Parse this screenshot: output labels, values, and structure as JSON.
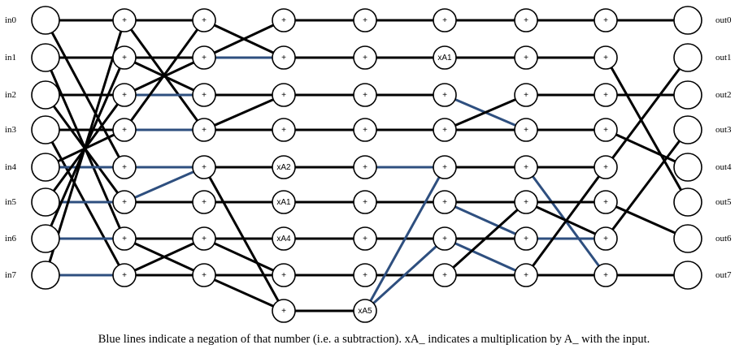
{
  "inputs": [
    "in0",
    "in1",
    "in2",
    "in3",
    "in4",
    "in5",
    "in6",
    "in7"
  ],
  "outputs": [
    "out0",
    "out1",
    "out2",
    "out3",
    "out4",
    "out5",
    "out6",
    "out7"
  ],
  "colors": {
    "normal": "#000000",
    "negated": "#2e4f7f"
  },
  "columns": [
    [
      "",
      "",
      "",
      "",
      "",
      "",
      "",
      ""
    ],
    [
      "+",
      "+",
      "+",
      "+",
      "+",
      "+",
      "+",
      "+"
    ],
    [
      "+",
      "+",
      "+",
      "+",
      "+",
      "+",
      "+",
      "+"
    ],
    [
      "+",
      "+",
      "+",
      "+",
      "xA2",
      "xA1",
      "xA4",
      "+",
      "+"
    ],
    [
      "+",
      "+",
      "+",
      "+",
      "+",
      "+",
      "+",
      "+",
      "xA5"
    ],
    [
      "+",
      "xA1",
      "+",
      "+",
      "+",
      "+",
      "+",
      "+"
    ],
    [
      "+",
      "+",
      "+",
      "+",
      "+",
      "+",
      "+",
      "+"
    ],
    [
      "+",
      "+",
      "+",
      "+",
      "+",
      "+",
      "+",
      "+"
    ],
    [
      "",
      "",
      "",
      "",
      "",
      "",
      "",
      ""
    ]
  ],
  "edges": [
    [
      0,
      0,
      1,
      0,
      "n"
    ],
    [
      0,
      0,
      1,
      4,
      "n"
    ],
    [
      0,
      1,
      1,
      1,
      "n"
    ],
    [
      0,
      1,
      1,
      6,
      "n"
    ],
    [
      0,
      2,
      1,
      2,
      "n"
    ],
    [
      0,
      2,
      1,
      5,
      "n"
    ],
    [
      0,
      3,
      1,
      3,
      "n"
    ],
    [
      0,
      3,
      1,
      7,
      "n"
    ],
    [
      0,
      4,
      1,
      4,
      "b"
    ],
    [
      0,
      4,
      1,
      3,
      "n"
    ],
    [
      0,
      5,
      1,
      5,
      "b"
    ],
    [
      0,
      5,
      1,
      2,
      "n"
    ],
    [
      0,
      6,
      1,
      6,
      "b"
    ],
    [
      0,
      6,
      1,
      1,
      "n"
    ],
    [
      0,
      7,
      1,
      7,
      "b"
    ],
    [
      0,
      7,
      1,
      0,
      "n"
    ],
    [
      1,
      0,
      2,
      0,
      "n"
    ],
    [
      1,
      0,
      2,
      3,
      "n"
    ],
    [
      1,
      1,
      2,
      1,
      "n"
    ],
    [
      1,
      1,
      2,
      2,
      "n"
    ],
    [
      1,
      2,
      2,
      2,
      "b"
    ],
    [
      1,
      2,
      2,
      1,
      "n"
    ],
    [
      1,
      3,
      2,
      3,
      "b"
    ],
    [
      1,
      3,
      2,
      0,
      "n"
    ],
    [
      1,
      4,
      2,
      4,
      "b"
    ],
    [
      1,
      5,
      2,
      5,
      "n"
    ],
    [
      1,
      5,
      2,
      4,
      "b"
    ],
    [
      1,
      6,
      2,
      6,
      "n"
    ],
    [
      1,
      6,
      2,
      7,
      "n"
    ],
    [
      1,
      7,
      2,
      7,
      "n"
    ],
    [
      1,
      7,
      2,
      6,
      "n"
    ],
    [
      2,
      0,
      3,
      1,
      "n"
    ],
    [
      2,
      1,
      3,
      0,
      "n"
    ],
    [
      2,
      1,
      3,
      1,
      "b"
    ],
    [
      2,
      2,
      3,
      2,
      "n"
    ],
    [
      2,
      3,
      3,
      2,
      "n"
    ],
    [
      2,
      3,
      3,
      3,
      "n"
    ],
    [
      2,
      4,
      3,
      4,
      "n"
    ],
    [
      2,
      4,
      3,
      8,
      "n"
    ],
    [
      2,
      5,
      3,
      5,
      "n"
    ],
    [
      2,
      6,
      3,
      6,
      "n"
    ],
    [
      2,
      6,
      3,
      7,
      "n"
    ],
    [
      2,
      7,
      3,
      7,
      "n"
    ],
    [
      2,
      7,
      3,
      8,
      "n"
    ],
    [
      3,
      0,
      4,
      0,
      "n"
    ],
    [
      3,
      1,
      4,
      1,
      "n"
    ],
    [
      3,
      2,
      4,
      2,
      "n"
    ],
    [
      3,
      3,
      4,
      3,
      "n"
    ],
    [
      3,
      4,
      4,
      4,
      "n"
    ],
    [
      3,
      5,
      4,
      5,
      "n"
    ],
    [
      3,
      6,
      4,
      6,
      "n"
    ],
    [
      3,
      7,
      4,
      7,
      "n"
    ],
    [
      3,
      8,
      4,
      8,
      "n"
    ],
    [
      4,
      0,
      5,
      0,
      "n"
    ],
    [
      4,
      1,
      5,
      1,
      "n"
    ],
    [
      4,
      2,
      5,
      2,
      "n"
    ],
    [
      4,
      3,
      5,
      3,
      "n"
    ],
    [
      4,
      4,
      5,
      4,
      "b"
    ],
    [
      4,
      5,
      5,
      5,
      "n"
    ],
    [
      4,
      6,
      5,
      6,
      "n"
    ],
    [
      4,
      7,
      5,
      7,
      "n"
    ],
    [
      4,
      8,
      5,
      4,
      "b"
    ],
    [
      4,
      8,
      5,
      6,
      "b"
    ],
    [
      5,
      0,
      6,
      0,
      "n"
    ],
    [
      5,
      1,
      6,
      1,
      "n"
    ],
    [
      5,
      2,
      6,
      3,
      "b"
    ],
    [
      5,
      3,
      6,
      2,
      "n"
    ],
    [
      5,
      3,
      6,
      3,
      "n"
    ],
    [
      5,
      4,
      6,
      4,
      "n"
    ],
    [
      5,
      5,
      6,
      5,
      "n"
    ],
    [
      5,
      5,
      6,
      6,
      "b"
    ],
    [
      5,
      6,
      6,
      6,
      "n"
    ],
    [
      5,
      6,
      6,
      7,
      "b"
    ],
    [
      5,
      7,
      6,
      7,
      "n"
    ],
    [
      5,
      7,
      6,
      5,
      "n"
    ],
    [
      6,
      0,
      7,
      0,
      "n"
    ],
    [
      6,
      1,
      7,
      1,
      "n"
    ],
    [
      6,
      2,
      7,
      2,
      "n"
    ],
    [
      6,
      3,
      7,
      3,
      "n"
    ],
    [
      6,
      4,
      7,
      4,
      "n"
    ],
    [
      6,
      4,
      7,
      7,
      "b"
    ],
    [
      6,
      5,
      7,
      5,
      "n"
    ],
    [
      6,
      5,
      7,
      6,
      "n"
    ],
    [
      6,
      6,
      7,
      6,
      "b"
    ],
    [
      6,
      7,
      7,
      7,
      "n"
    ],
    [
      6,
      7,
      7,
      4,
      "n"
    ],
    [
      7,
      0,
      8,
      0,
      "n"
    ],
    [
      7,
      1,
      8,
      5,
      "n"
    ],
    [
      7,
      2,
      8,
      2,
      "n"
    ],
    [
      7,
      3,
      8,
      4,
      "n"
    ],
    [
      7,
      4,
      8,
      1,
      "n"
    ],
    [
      7,
      5,
      8,
      6,
      "n"
    ],
    [
      7,
      6,
      8,
      3,
      "n"
    ],
    [
      7,
      7,
      8,
      7,
      "n"
    ]
  ],
  "caption": "Blue lines indicate a negation of that number (i.e. a subtraction). xA_ indicates a multiplication by A_ with the input."
}
